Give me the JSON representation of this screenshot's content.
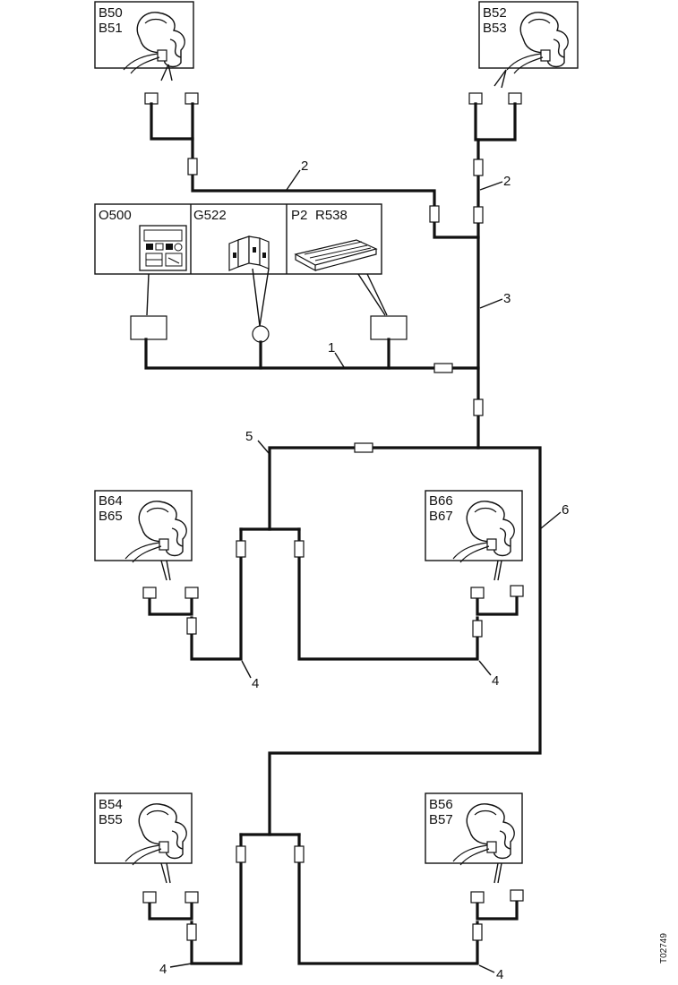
{
  "components": {
    "b50": "B50",
    "b51": "B51",
    "b52": "B52",
    "b53": "B53",
    "o500": "O500",
    "g522": "G522",
    "p2": "P2",
    "r538": "R538",
    "b64": "B64",
    "b65": "B65",
    "b66": "B66",
    "b67": "B67",
    "b54": "B54",
    "b55": "B55",
    "b56": "B56",
    "b57": "B57"
  },
  "wire_numbers": {
    "w1": "1",
    "w2a": "2",
    "w2b": "2",
    "w3": "3",
    "w4a": "4",
    "w4b": "4",
    "w4c": "4",
    "w4d": "4",
    "w5": "5",
    "w6": "6"
  },
  "document_id": "T02749"
}
